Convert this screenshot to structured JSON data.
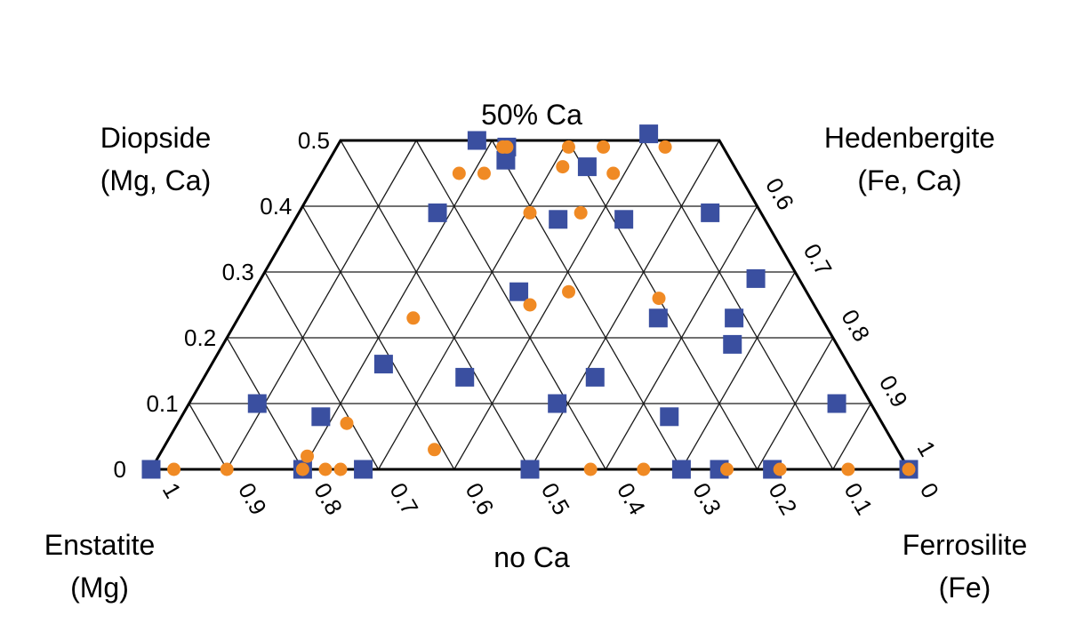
{
  "chart_data": {
    "type": "scatter",
    "title": "",
    "top_label": "50% Ca",
    "bottom_label": "no Ca",
    "corner_labels": {
      "top_left": [
        "Diopside",
        "(Mg, Ca)"
      ],
      "top_right": [
        "Hedenbergite",
        "(Fe, Ca)"
      ],
      "bottom_left": [
        "Enstatite",
        "(Mg)"
      ],
      "bottom_right": [
        "Ferrosilite",
        "(Fe)"
      ]
    },
    "y_ticks": [
      "0",
      "0.1",
      "0.2",
      "0.3",
      "0.4",
      "0.5"
    ],
    "bottom_ticks": [
      "1",
      "0.9",
      "0.8",
      "0.7",
      "0.6",
      "0.5",
      "0.4",
      "0.3",
      "0.2",
      "0.1",
      "0"
    ],
    "right_ticks": [
      "0.6",
      "0.7",
      "0.8",
      "0.9",
      "1"
    ],
    "ylim": [
      0,
      0.5
    ],
    "xlim": [
      0,
      1
    ],
    "colors": {
      "squares": "#3a4fa0",
      "circles": "#f08a24",
      "grid": "#1a1a1a"
    },
    "series": [
      {
        "marker": "square",
        "points": [
          [
            0.0,
            0.0
          ],
          [
            0.2,
            0.0
          ],
          [
            0.28,
            0.0
          ],
          [
            0.5,
            0.0
          ],
          [
            0.7,
            0.0
          ],
          [
            0.75,
            0.0
          ],
          [
            0.82,
            0.0
          ],
          [
            1.0,
            0.0
          ],
          [
            0.1,
            0.1
          ],
          [
            0.54,
            0.1
          ],
          [
            0.95,
            0.1
          ],
          [
            0.2,
            0.08
          ],
          [
            0.7,
            0.08
          ],
          [
            0.27,
            0.16
          ],
          [
            0.4,
            0.14
          ],
          [
            0.6,
            0.14
          ],
          [
            0.83,
            0.19
          ],
          [
            0.72,
            0.23
          ],
          [
            0.85,
            0.23
          ],
          [
            0.48,
            0.27
          ],
          [
            0.92,
            0.29
          ],
          [
            0.3,
            0.39
          ],
          [
            0.56,
            0.38
          ],
          [
            0.7,
            0.38
          ],
          [
            0.89,
            0.39
          ],
          [
            0.44,
            0.47
          ],
          [
            0.64,
            0.46
          ],
          [
            0.36,
            0.5
          ],
          [
            0.44,
            0.49
          ],
          [
            0.82,
            0.51
          ]
        ]
      },
      {
        "marker": "circle",
        "points": [
          [
            0.03,
            0.0
          ],
          [
            0.1,
            0.0
          ],
          [
            0.2,
            0.0
          ],
          [
            0.23,
            0.0
          ],
          [
            0.25,
            0.0
          ],
          [
            0.58,
            0.0
          ],
          [
            0.65,
            0.0
          ],
          [
            0.76,
            0.0
          ],
          [
            0.83,
            0.0
          ],
          [
            0.92,
            0.0
          ],
          [
            1.0,
            0.0
          ],
          [
            0.2,
            0.02
          ],
          [
            0.37,
            0.03
          ],
          [
            0.24,
            0.07
          ],
          [
            0.3,
            0.23
          ],
          [
            0.5,
            0.25
          ],
          [
            0.57,
            0.27
          ],
          [
            0.73,
            0.26
          ],
          [
            0.5,
            0.39
          ],
          [
            0.61,
            0.39
          ],
          [
            0.33,
            0.45
          ],
          [
            0.39,
            0.45
          ],
          [
            0.58,
            0.46
          ],
          [
            0.7,
            0.45
          ],
          [
            0.43,
            0.49
          ],
          [
            0.44,
            0.49
          ],
          [
            0.6,
            0.49
          ],
          [
            0.69,
            0.49
          ],
          [
            0.85,
            0.49
          ]
        ]
      }
    ]
  }
}
